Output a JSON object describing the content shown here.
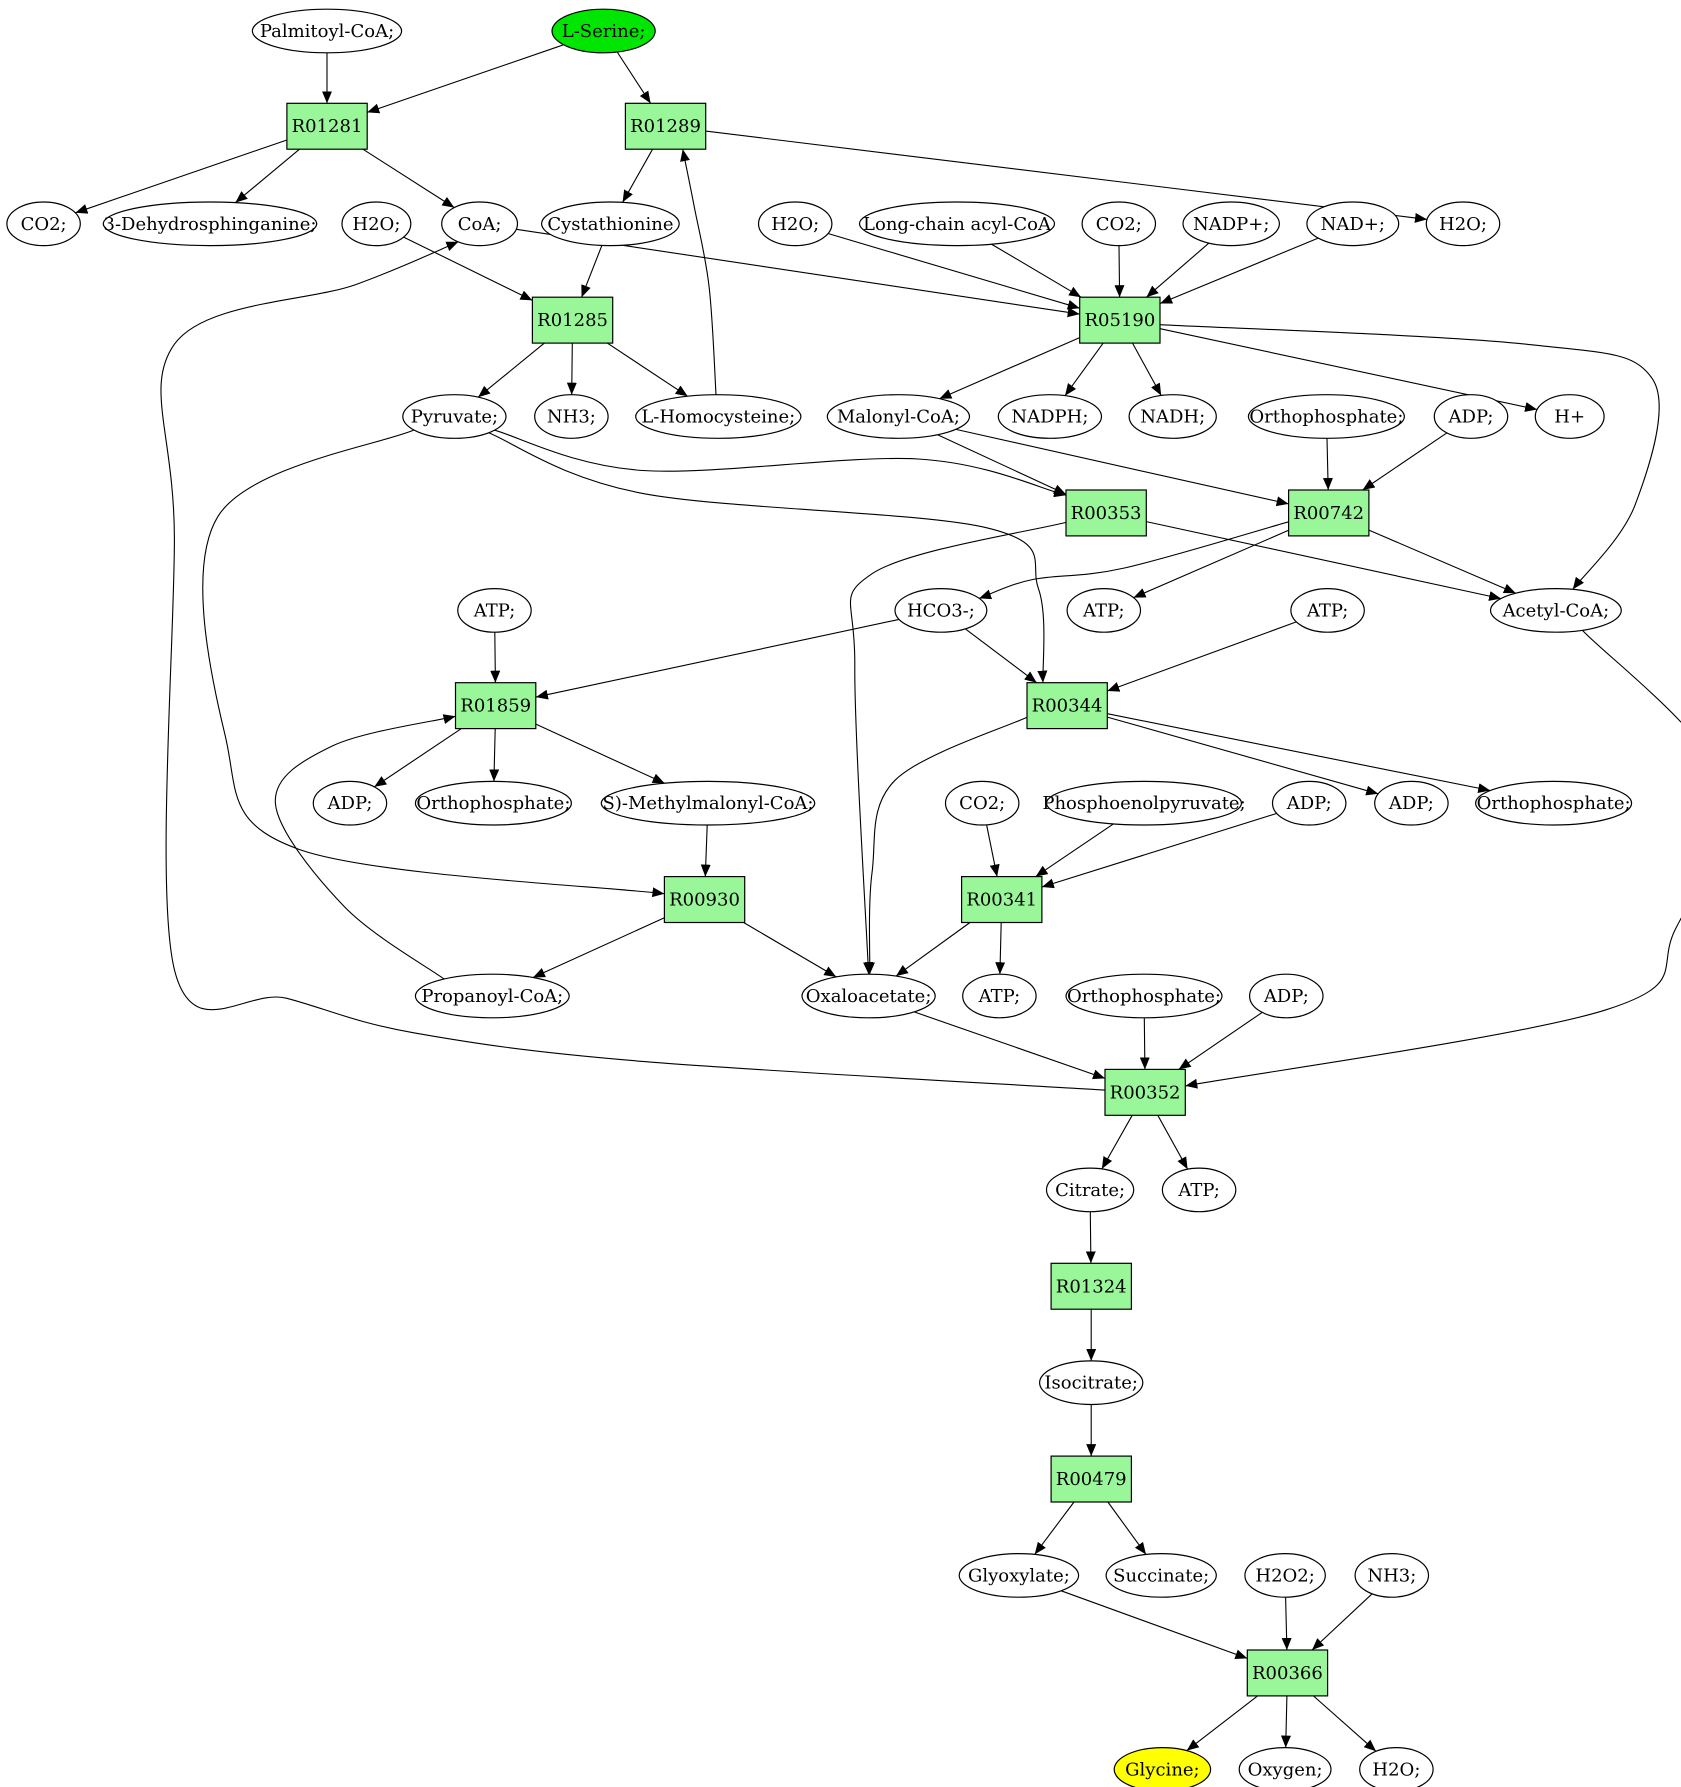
{
  "diagram": {
    "metabolites": [
      {
        "id": "m_palmitoyl",
        "label": "Palmitoyl-CoA;"
      },
      {
        "id": "m_serine",
        "label": "L-Serine;",
        "role": "start",
        "color": "#00e600"
      },
      {
        "id": "m_co2_a",
        "label": "CO2;"
      },
      {
        "id": "m_dehydro",
        "label": "3-Dehydrosphinganine;"
      },
      {
        "id": "m_h2o_a",
        "label": "H2O;"
      },
      {
        "id": "m_coa",
        "label": "CoA;"
      },
      {
        "id": "m_cysta",
        "label": "Cystathionine"
      },
      {
        "id": "m_h2o_b",
        "label": "H2O;"
      },
      {
        "id": "m_lcacyl",
        "label": "Long-chain acyl-CoA"
      },
      {
        "id": "m_co2_b",
        "label": "CO2;"
      },
      {
        "id": "m_nadp",
        "label": "NADP+;"
      },
      {
        "id": "m_nad",
        "label": "NAD+;"
      },
      {
        "id": "m_h2o_c",
        "label": "H2O;"
      },
      {
        "id": "m_pyruvate",
        "label": "Pyruvate;"
      },
      {
        "id": "m_nh3_a",
        "label": "NH3;"
      },
      {
        "id": "m_lhcys",
        "label": "L-Homocysteine;"
      },
      {
        "id": "m_malonyl",
        "label": "Malonyl-CoA;"
      },
      {
        "id": "m_nadph",
        "label": "NADPH;"
      },
      {
        "id": "m_nadh",
        "label": "NADH;"
      },
      {
        "id": "m_ortho_a",
        "label": "Orthophosphate;"
      },
      {
        "id": "m_adp_a",
        "label": "ADP;"
      },
      {
        "id": "m_hplus",
        "label": "H+"
      },
      {
        "id": "m_atp_a",
        "label": "ATP;"
      },
      {
        "id": "m_hco3",
        "label": "HCO3-;"
      },
      {
        "id": "m_atp_b",
        "label": "ATP;"
      },
      {
        "id": "m_atp_c",
        "label": "ATP;"
      },
      {
        "id": "m_acetyl",
        "label": "Acetyl-CoA;"
      },
      {
        "id": "m_adp_b",
        "label": "ADP;"
      },
      {
        "id": "m_ortho_b",
        "label": "Orthophosphate;"
      },
      {
        "id": "m_smmcoa",
        "label": "S)-Methylmalonyl-CoA;"
      },
      {
        "id": "m_co2_c",
        "label": "CO2;"
      },
      {
        "id": "m_pep",
        "label": "Phosphoenolpyruvate;"
      },
      {
        "id": "m_adp_c",
        "label": "ADP;"
      },
      {
        "id": "m_adp_d",
        "label": "ADP;"
      },
      {
        "id": "m_ortho_c",
        "label": "Orthophosphate;"
      },
      {
        "id": "m_propanoyl",
        "label": "Propanoyl-CoA;"
      },
      {
        "id": "m_oxalo",
        "label": "Oxaloacetate;"
      },
      {
        "id": "m_atp_d",
        "label": "ATP;"
      },
      {
        "id": "m_ortho_d",
        "label": "Orthophosphate;"
      },
      {
        "id": "m_adp_e",
        "label": "ADP;"
      },
      {
        "id": "m_citrate",
        "label": "Citrate;"
      },
      {
        "id": "m_atp_e",
        "label": "ATP;"
      },
      {
        "id": "m_isocitrate",
        "label": "Isocitrate;"
      },
      {
        "id": "m_glyoxylate",
        "label": "Glyoxylate;"
      },
      {
        "id": "m_succinate",
        "label": "Succinate;"
      },
      {
        "id": "m_h2o2",
        "label": "H2O2;"
      },
      {
        "id": "m_nh3_b",
        "label": "NH3;"
      },
      {
        "id": "m_glycine",
        "label": "Glycine;",
        "role": "target",
        "color": "#ffff00"
      },
      {
        "id": "m_oxygen",
        "label": "Oxygen;"
      },
      {
        "id": "m_h2o_d",
        "label": "H2O;"
      }
    ],
    "reactions": [
      {
        "id": "R01281",
        "label": "R01281"
      },
      {
        "id": "R01289",
        "label": "R01289"
      },
      {
        "id": "R01285",
        "label": "R01285"
      },
      {
        "id": "R05190",
        "label": "R05190"
      },
      {
        "id": "R00353",
        "label": "R00353"
      },
      {
        "id": "R00742",
        "label": "R00742"
      },
      {
        "id": "R01859",
        "label": "R01859"
      },
      {
        "id": "R00344",
        "label": "R00344"
      },
      {
        "id": "R00930",
        "label": "R00930"
      },
      {
        "id": "R00341",
        "label": "R00341"
      },
      {
        "id": "R00352",
        "label": "R00352"
      },
      {
        "id": "R01324",
        "label": "R01324"
      },
      {
        "id": "R00479",
        "label": "R00479"
      },
      {
        "id": "R00366",
        "label": "R00366"
      }
    ],
    "edges": [
      [
        "m_palmitoyl",
        "R01281"
      ],
      [
        "m_serine",
        "R01281"
      ],
      [
        "m_serine",
        "R01289"
      ],
      [
        "R01281",
        "m_co2_a"
      ],
      [
        "R01281",
        "m_dehydro"
      ],
      [
        "R01281",
        "m_coa"
      ],
      [
        "R01289",
        "m_cysta"
      ],
      [
        "R01289",
        "m_h2o_c"
      ],
      [
        "m_h2o_a",
        "R01285"
      ],
      [
        "m_cysta",
        "R01285"
      ],
      [
        "R01285",
        "m_pyruvate"
      ],
      [
        "R01285",
        "m_nh3_a"
      ],
      [
        "R01285",
        "m_lhcys"
      ],
      [
        "m_lhcys",
        "R01289"
      ],
      [
        "m_coa",
        "R05190"
      ],
      [
        "m_h2o_b",
        "R05190"
      ],
      [
        "m_lcacyl",
        "R05190"
      ],
      [
        "m_co2_b",
        "R05190"
      ],
      [
        "m_nadp",
        "R05190"
      ],
      [
        "m_nad",
        "R05190"
      ],
      [
        "R05190",
        "m_malonyl"
      ],
      [
        "R05190",
        "m_nadph"
      ],
      [
        "R05190",
        "m_nadh"
      ],
      [
        "R05190",
        "m_hplus"
      ],
      [
        "R05190",
        "m_acetyl"
      ],
      [
        "m_pyruvate",
        "R00353"
      ],
      [
        "m_malonyl",
        "R00353"
      ],
      [
        "R00353",
        "m_acetyl"
      ],
      [
        "R00353",
        "m_oxalo"
      ],
      [
        "m_malonyl",
        "R00742"
      ],
      [
        "m_ortho_a",
        "R00742"
      ],
      [
        "m_adp_a",
        "R00742"
      ],
      [
        "R00742",
        "m_atp_b"
      ],
      [
        "R00742",
        "m_acetyl"
      ],
      [
        "R00742",
        "m_hco3"
      ],
      [
        "m_atp_a",
        "R01859"
      ],
      [
        "m_hco3",
        "R01859"
      ],
      [
        "m_propanoyl",
        "R01859"
      ],
      [
        "R01859",
        "m_adp_b"
      ],
      [
        "R01859",
        "m_ortho_b"
      ],
      [
        "R01859",
        "m_smmcoa"
      ],
      [
        "m_pyruvate",
        "R00344"
      ],
      [
        "m_hco3",
        "R00344"
      ],
      [
        "m_atp_c",
        "R00344"
      ],
      [
        "R00344",
        "m_adp_d"
      ],
      [
        "R00344",
        "m_ortho_c"
      ],
      [
        "R00344",
        "m_oxalo"
      ],
      [
        "m_smmcoa",
        "R00930"
      ],
      [
        "m_pyruvate",
        "R00930"
      ],
      [
        "R00930",
        "m_propanoyl"
      ],
      [
        "R00930",
        "m_oxalo"
      ],
      [
        "m_co2_c",
        "R00341"
      ],
      [
        "m_pep",
        "R00341"
      ],
      [
        "m_adp_c",
        "R00341"
      ],
      [
        "R00341",
        "m_oxalo"
      ],
      [
        "R00341",
        "m_atp_d"
      ],
      [
        "m_oxalo",
        "R00352"
      ],
      [
        "m_ortho_d",
        "R00352"
      ],
      [
        "m_adp_e",
        "R00352"
      ],
      [
        "m_acetyl",
        "R00352"
      ],
      [
        "R00352",
        "m_coa"
      ],
      [
        "R00352",
        "m_citrate"
      ],
      [
        "R00352",
        "m_atp_e"
      ],
      [
        "m_citrate",
        "R01324"
      ],
      [
        "R01324",
        "m_isocitrate"
      ],
      [
        "m_isocitrate",
        "R00479"
      ],
      [
        "R00479",
        "m_glyoxylate"
      ],
      [
        "R00479",
        "m_succinate"
      ],
      [
        "m_glyoxylate",
        "R00366"
      ],
      [
        "m_h2o2",
        "R00366"
      ],
      [
        "m_nh3_b",
        "R00366"
      ],
      [
        "R00366",
        "m_glycine"
      ],
      [
        "R00366",
        "m_oxygen"
      ],
      [
        "R00366",
        "m_h2o_d"
      ]
    ]
  }
}
